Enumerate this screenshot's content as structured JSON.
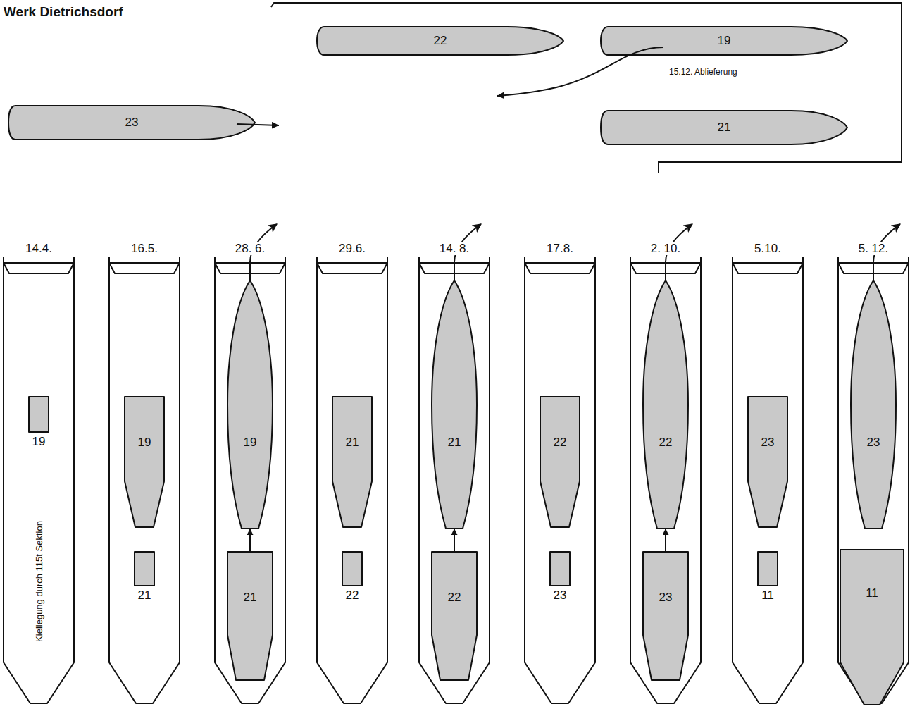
{
  "diagram": {
    "title": "Werk Dietrichsdorf",
    "nodes": [
      {
        "text": [
          "22"
        ]
      },
      {
        "text": [
          "19"
        ]
      },
      {
        "text": [
          "23"
        ]
      },
      {
        "text": [
          "21"
        ]
      },
      {
        "text": [
          "14.4.",
          "Kiellegung durch 115t Sektion"
        ]
      },
      {
        "text": [
          "19"
        ],
        "in": 4
      },
      {
        "text": [
          "16.5."
        ]
      },
      {
        "text": [
          "19"
        ],
        "in": 6
      },
      {
        "text": [
          "21"
        ],
        "in": 6
      },
      {
        "text": [
          "28. 6."
        ]
      },
      {
        "text": [
          "19"
        ],
        "in": 9
      },
      {
        "text": [
          "21"
        ],
        "in": 9
      },
      {
        "text": [
          "29.6."
        ]
      },
      {
        "text": [
          "21"
        ],
        "in": 12
      },
      {
        "text": [
          "22"
        ],
        "in": 12
      },
      {
        "text": [
          "14. 8."
        ]
      },
      {
        "text": [
          "21"
        ],
        "in": 15
      },
      {
        "text": [
          "22"
        ],
        "in": 15
      },
      {
        "text": [
          "17.8."
        ]
      },
      {
        "text": [
          "22"
        ],
        "in": 18
      },
      {
        "text": [
          "23"
        ],
        "in": 18
      },
      {
        "text": [
          "2. 10."
        ]
      },
      {
        "text": [
          "22"
        ],
        "in": 21
      },
      {
        "text": [
          "23"
        ],
        "in": 21
      },
      {
        "text": [
          "5.10."
        ]
      },
      {
        "text": [
          "23"
        ],
        "in": 24
      },
      {
        "text": [
          "11"
        ],
        "in": 24
      },
      {
        "text": [
          "5. 12."
        ]
      },
      {
        "text": [
          "23"
        ],
        "in": 27
      },
      {
        "text": [
          "11"
        ],
        "in": 27
      }
    ],
    "edges": [
      {
        "from": 11,
        "to": 10,
        "arrow": "to"
      },
      {
        "from": 17,
        "to": 16,
        "arrow": "to"
      },
      {
        "from": 23,
        "to": 22,
        "arrow": "to"
      }
    ],
    "labels": [
      "15.12. Ablieferung"
    ]
  }
}
